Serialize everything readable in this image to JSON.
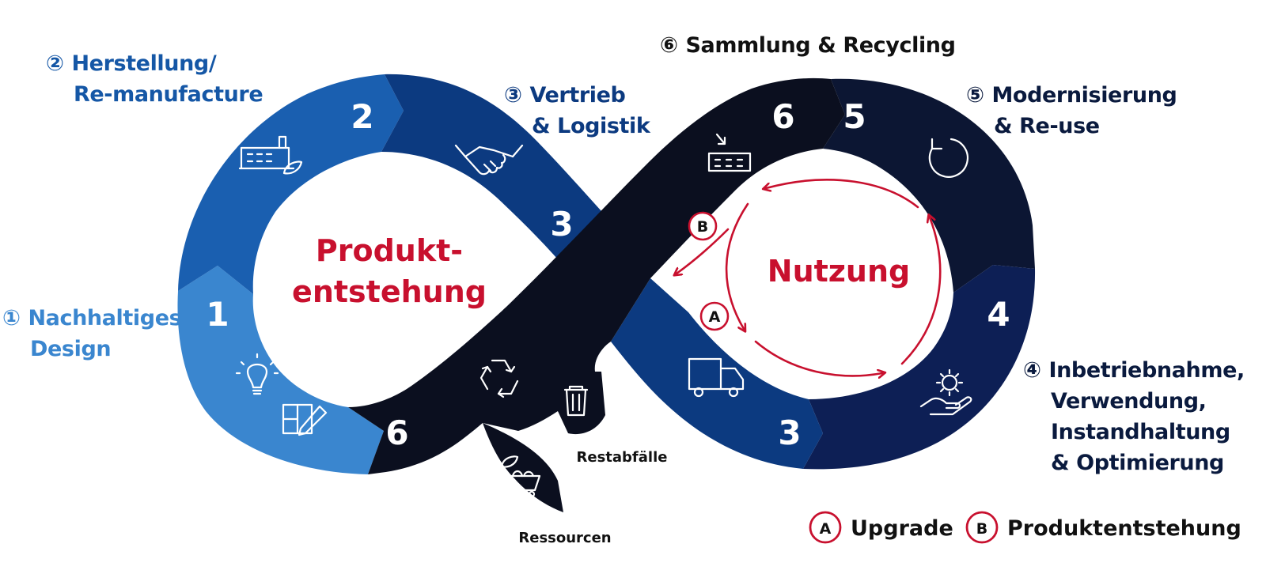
{
  "labels": {
    "step1": {
      "marker": "①",
      "line1": "Nachhaltiges",
      "line2": "Design"
    },
    "step2": {
      "marker": "②",
      "line1": "Herstellung/",
      "line2": "Re-manufacture"
    },
    "step3": {
      "marker": "③",
      "line1": "Vertrieb",
      "line2": "& Logistik"
    },
    "step4": {
      "marker": "④",
      "line1": "Inbetriebnahme,",
      "line2": "Verwendung,",
      "line3": "Instandhaltung",
      "line4": "& Optimierung"
    },
    "step5": {
      "marker": "⑤",
      "line1": "Modernisierung",
      "line2": "& Re-use"
    },
    "step6": {
      "marker": "⑥",
      "line1": "Sammlung & Recycling"
    }
  },
  "segment_numbers": {
    "n1": "1",
    "n2": "2",
    "n3_left": "3",
    "n6_left": "6",
    "n6_right": "6",
    "n5": "5",
    "n4": "4",
    "n3_right": "3"
  },
  "centers": {
    "left_line1": "Produkt-",
    "left_line2": "entstehung",
    "right": "Nutzung"
  },
  "branches": {
    "waste": "Restabfälle",
    "resources": "Ressourcen"
  },
  "badges": {
    "a": "A",
    "b": "B"
  },
  "legend": {
    "a_letter": "A",
    "a_label": "Upgrade",
    "b_letter": "B",
    "b_label": "Produktentstehung"
  },
  "colors": {
    "seg1": "#3a86cf",
    "seg2": "#1a5fb0",
    "seg3": "#0c3a80",
    "dark": "#0b0f1f",
    "seg5": "#0c1633",
    "seg4": "#0d1f55",
    "accent_red": "#c8102e"
  },
  "icons": [
    "lightbulb-icon",
    "sketch-pencil-icon",
    "factory-leaf-icon",
    "handshake-icon",
    "recycle-icon",
    "trash-bin-icon",
    "ore-cart-leaf-icon",
    "factory-inbound-icon",
    "refresh-icon",
    "delivery-truck-icon",
    "hand-gear-icon"
  ]
}
